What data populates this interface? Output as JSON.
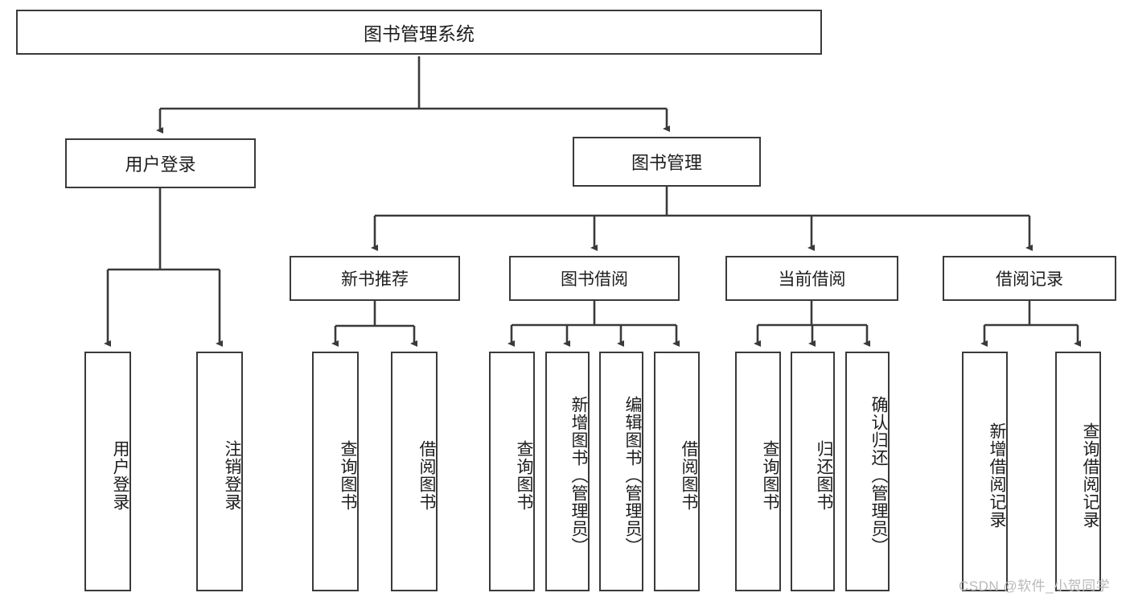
{
  "diagram": {
    "title": "图书管理系统",
    "type": "function-structure-tree",
    "style": {
      "box_fill": "#ffffff",
      "box_border": "#3a3a3a",
      "line_color": "#3a3a3a",
      "text_color": "#1d1d1d",
      "watermark_color": "#b9b9b9"
    },
    "root": {
      "label": "图书管理系统"
    },
    "level1": [
      {
        "label": "用户登录"
      },
      {
        "label": "图书管理"
      }
    ],
    "level2": [
      {
        "label": "新书推荐"
      },
      {
        "label": "图书借阅"
      },
      {
        "label": "当前借阅"
      },
      {
        "label": "借阅记录"
      }
    ],
    "leaves": {
      "user_login": [
        {
          "label": "用户登录"
        },
        {
          "label": "注销登录"
        }
      ],
      "new_book_recommend": [
        {
          "label": "查询图书"
        },
        {
          "label": "借阅图书"
        }
      ],
      "book_borrow": [
        {
          "label": "查询图书"
        },
        {
          "label": "新增图书（管理员）"
        },
        {
          "label": "编辑图书（管理员）"
        },
        {
          "label": "借阅图书"
        }
      ],
      "current_borrow": [
        {
          "label": "查询图书"
        },
        {
          "label": "归还图书"
        },
        {
          "label": "确认归还（管理员）"
        }
      ],
      "borrow_record": [
        {
          "label": "新增借阅记录"
        },
        {
          "label": "查询借阅记录"
        }
      ]
    }
  },
  "watermark": {
    "text": "CSDN @软件_小贺同学"
  }
}
